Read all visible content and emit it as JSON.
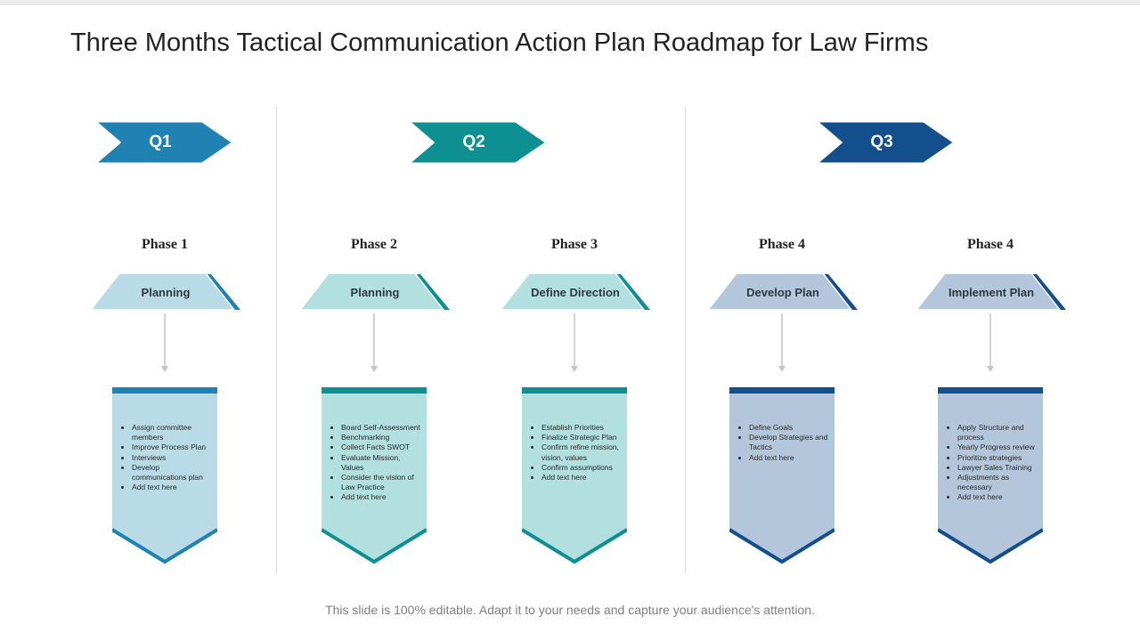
{
  "slide": {
    "title": "Three Months Tactical Communication Action Plan Roadmap for Law Firms",
    "footer": "This slide is 100% editable. Adapt it to your needs and capture your audience's attention."
  },
  "colors": {
    "q1": "#1f82b3",
    "q2": "#0e8f92",
    "q3": "#134f8c",
    "teal_fill": "#b2dfdf",
    "lightblue_fill": "#b8dbe7",
    "steel_fill": "#b4c6dc"
  },
  "quarters": [
    {
      "label": "Q1",
      "color": "#1f82b3"
    },
    {
      "label": "Q2",
      "color": "#0e8f92"
    },
    {
      "label": "Q3",
      "color": "#134f8c"
    }
  ],
  "phases": [
    {
      "title": "Phase 1",
      "label": "Planning",
      "accent": "#1f82b3",
      "fill": "#b8dbe7",
      "items": [
        "Assign committee members",
        "Improve Process Plan",
        "Interviews",
        "Develop communications plan",
        "Add text here"
      ]
    },
    {
      "title": "Phase 2",
      "label": "Planning",
      "accent": "#0e8f92",
      "fill": "#b2dfdf",
      "items": [
        "Board Self-Assessment",
        "Benchmarking",
        "Collect Facts SWOT",
        "Evaluate Mission, Values",
        "Consider the vision of Law Practice",
        "Add text here"
      ]
    },
    {
      "title": "Phase 3",
      "label": "Define Direction",
      "accent": "#0e8f92",
      "fill": "#b2dfdf",
      "items": [
        "Establish Priorities",
        "Finalize Strategic Plan",
        "Confirm refine mission, vision, values",
        "Confirm assumptions",
        "Add text here"
      ]
    },
    {
      "title": "Phase 4",
      "label": "Develop Plan",
      "accent": "#134f8c",
      "fill": "#b4c6dc",
      "items": [
        "Define Goals",
        "Develop Strategies and Tactics",
        "Add text here"
      ]
    },
    {
      "title": "Phase 4",
      "label": "Implement Plan",
      "accent": "#134f8c",
      "fill": "#b4c6dc",
      "items": [
        "Apply Structure and process",
        "Yearly Progress review",
        "Prioritize strategies",
        "Lawyer Sales Training",
        "Adjustments as necessary",
        "Add text here"
      ]
    }
  ]
}
